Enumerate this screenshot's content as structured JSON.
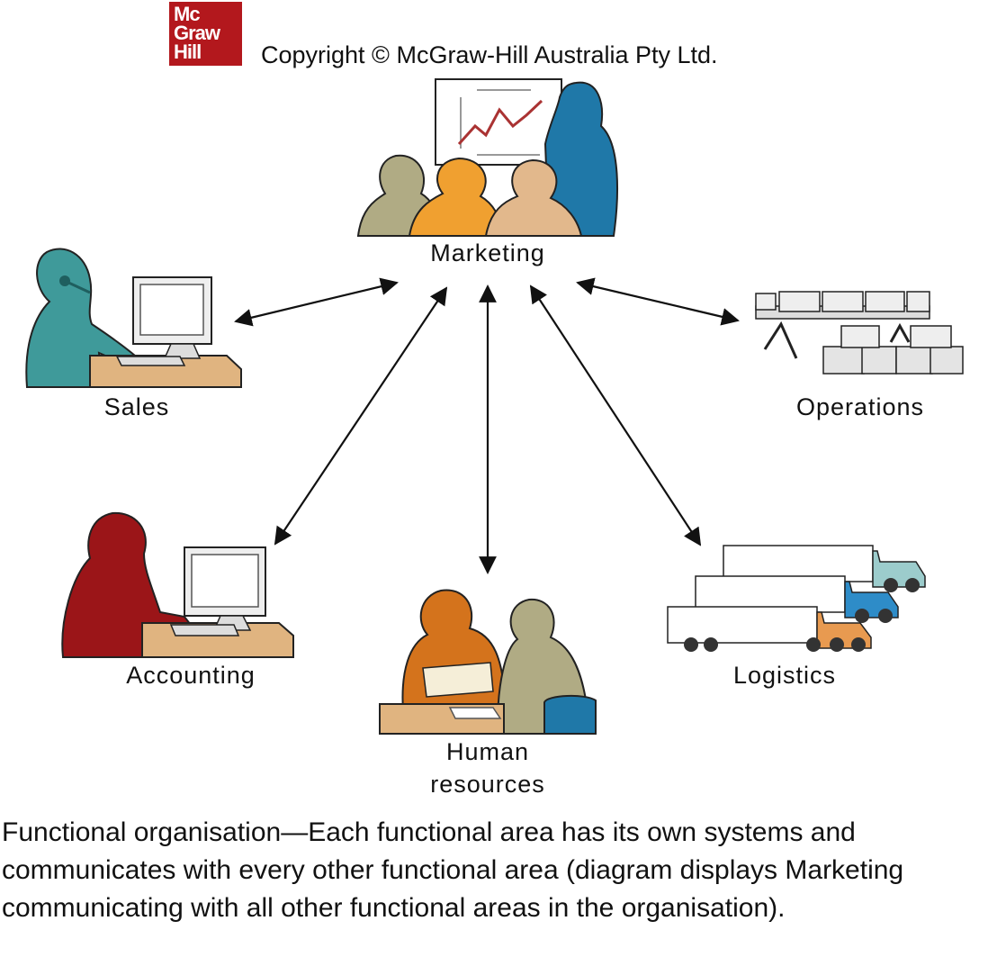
{
  "logo": {
    "lines": [
      "Mc",
      "Graw",
      "Hill"
    ],
    "color": "#b3181d"
  },
  "copyright": "Copyright © McGraw-Hill Australia Pty Ltd.",
  "nodes": {
    "marketing": "Marketing",
    "sales": "Sales",
    "operations": "Operations",
    "accounting": "Accounting",
    "human_resources_line1": "Human",
    "human_resources_line2": "resources",
    "logistics": "Logistics"
  },
  "caption": "Functional organisation—Each functional area has its own systems and communicates with every other functional area (diagram displays Marketing communicating with all other functional areas in the organisation).",
  "colors": {
    "teal": "#3f9a9a",
    "maroon": "#9b1518",
    "orange": "#f0a030",
    "blue": "#1f78a8",
    "khaki": "#b0ab84",
    "tan": "#e2b88c",
    "hr_orange": "#d4731c",
    "desk": "#e0b480"
  }
}
